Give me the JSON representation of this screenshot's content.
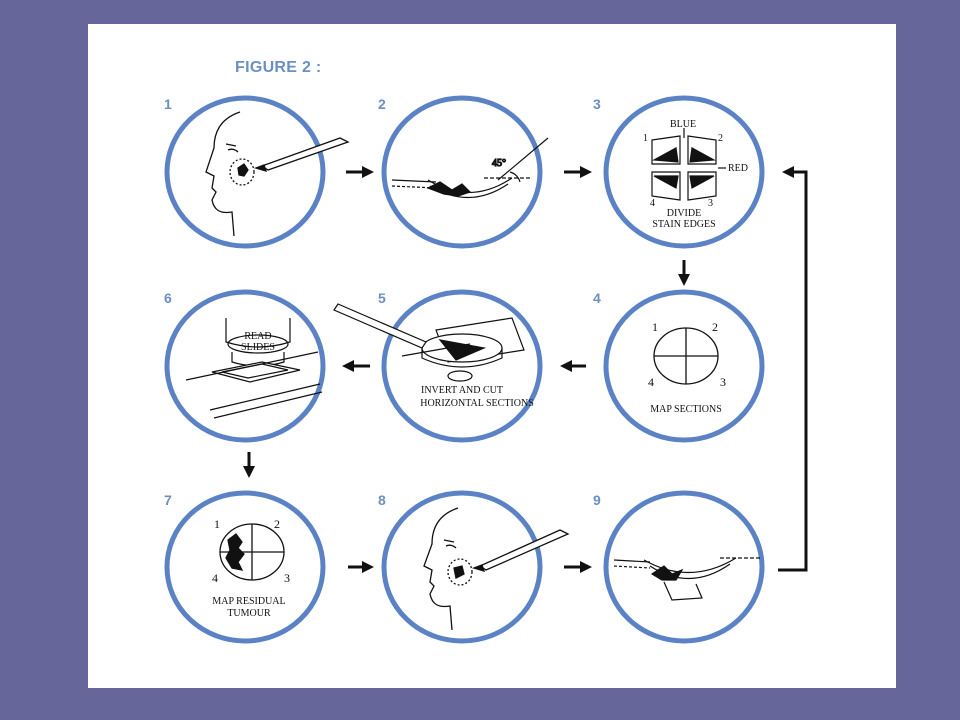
{
  "figure_title": "FIGURE 2 :",
  "steps": [
    {
      "number": "1"
    },
    {
      "number": "2",
      "angle_label": "45°"
    },
    {
      "number": "3",
      "label_top": "BLUE",
      "label_side": "RED",
      "label_line1": "DIVIDE",
      "label_line2": "STAIN EDGES",
      "quadrants": [
        "1",
        "2",
        "3",
        "4"
      ]
    },
    {
      "number": "4",
      "label": "MAP SECTIONS",
      "quadrants": [
        "1",
        "2",
        "3",
        "4"
      ]
    },
    {
      "number": "5",
      "label_line1": "INVERT AND CUT",
      "label_line2": "HORIZONTAL SECTIONS"
    },
    {
      "number": "6",
      "label_line1": "READ",
      "label_line2": "SLIDES"
    },
    {
      "number": "7",
      "label_line1": "MAP RESIDUAL",
      "label_line2": "TUMOUR",
      "quadrants": [
        "1",
        "2",
        "3",
        "4"
      ]
    },
    {
      "number": "8"
    },
    {
      "number": "9"
    }
  ],
  "colors": {
    "background": "#67669a",
    "ring": "#5b82c4",
    "title": "#6c8fc2"
  }
}
